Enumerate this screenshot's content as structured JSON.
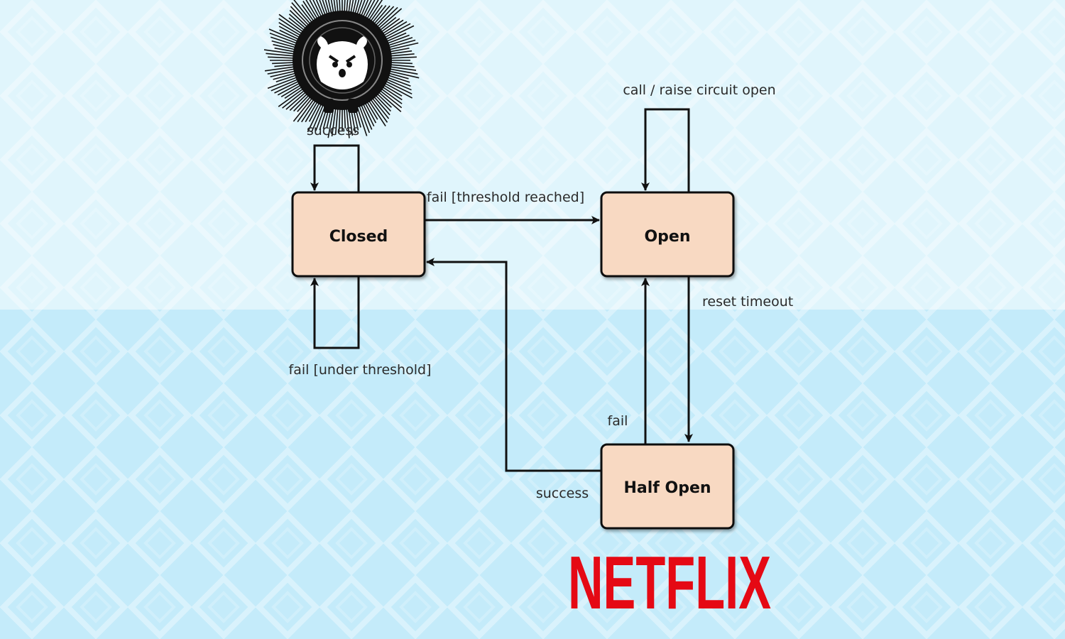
{
  "colors": {
    "background_top": "#e0f5fc",
    "background_bottom": "#c4ebfa",
    "state_fill": "#f8d9c2",
    "state_stroke": "#111111",
    "brand": "#e50914"
  },
  "states": {
    "closed": "Closed",
    "open": "Open",
    "half_open": "Half Open"
  },
  "transitions": {
    "closed_self_success": "success",
    "closed_self_fail": "fail [under threshold]",
    "closed_to_open": "fail [threshold reached]",
    "open_self": "call / raise circuit open",
    "open_to_half_open": "reset timeout",
    "half_open_to_open": "fail",
    "half_open_to_closed": "success"
  },
  "logos": {
    "mascot_icon": "hystrix-porcupine-icon",
    "brand_logo": "NETFLIX"
  }
}
